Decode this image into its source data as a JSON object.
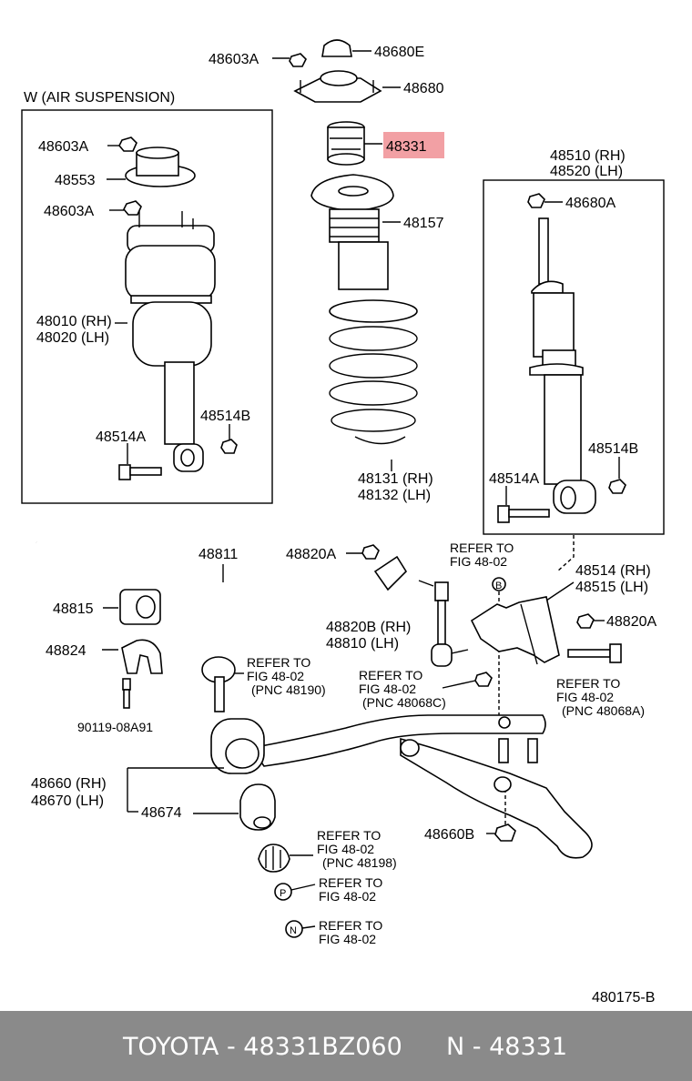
{
  "diagram_id": "480175-B",
  "footer": {
    "part_text": "TOYOTA - 48331BZ060",
    "pnc_text": "N - 48331"
  },
  "highlight": {
    "label": "48331",
    "color": "#f2a0a4"
  },
  "air_suspension_box": {
    "title": "W (AIR SUSPENSION)"
  },
  "labels": {
    "l_48603A_top": "48603A",
    "l_48680E": "48680E",
    "l_48680": "48680",
    "l_48157": "48157",
    "l_48510": "48510 (RH)",
    "l_48520": "48520 (LH)",
    "l_48680A": "48680A",
    "l_48603A_a": "48603A",
    "l_48553": "48553",
    "l_48603A_b": "48603A",
    "l_48010": "48010 (RH)",
    "l_48020": "48020 (LH)",
    "l_48514B_l": "48514B",
    "l_48514A_l": "48514A",
    "l_48131": "48131 (RH)",
    "l_48132": "48132 (LH)",
    "l_48514B_r": "48514B",
    "l_48514A_r": "48514A",
    "l_48811": "48811",
    "l_48820A_top": "48820A",
    "l_refer1a": "REFER TO",
    "l_refer1b": "FIG 48-02",
    "l_48514": "48514 (RH)",
    "l_48515": "48515 (LH)",
    "l_48815": "48815",
    "l_48820B": "48820B (RH)",
    "l_48810": "48810 (LH)",
    "l_48820A_r": "48820A",
    "l_48824": "48824",
    "l_refer2a": "REFER TO",
    "l_refer2b": "FIG 48-02",
    "l_refer2c": "(PNC 48190)",
    "l_refer3a": "REFER TO",
    "l_refer3b": "FIG 48-02",
    "l_refer3c": "(PNC 48068C)",
    "l_refer4a": "REFER TO",
    "l_refer4b": "FIG 48-02",
    "l_refer4c": "(PNC 48068A)",
    "l_90119": "90119-08A91",
    "l_48660": "48660 (RH)",
    "l_48670": "48670 (LH)",
    "l_48674": "48674",
    "l_48660B": "48660B",
    "l_refer5a": "REFER TO",
    "l_refer5b": "FIG 48-02",
    "l_refer5c": "(PNC 48198)",
    "l_refer6a": "REFER TO",
    "l_refer6b": "FIG 48-02",
    "l_refer7a": "REFER TO",
    "l_refer7b": "FIG 48-02",
    "l_marker_b": "B",
    "l_marker_p": "P",
    "l_marker_n": "N"
  }
}
